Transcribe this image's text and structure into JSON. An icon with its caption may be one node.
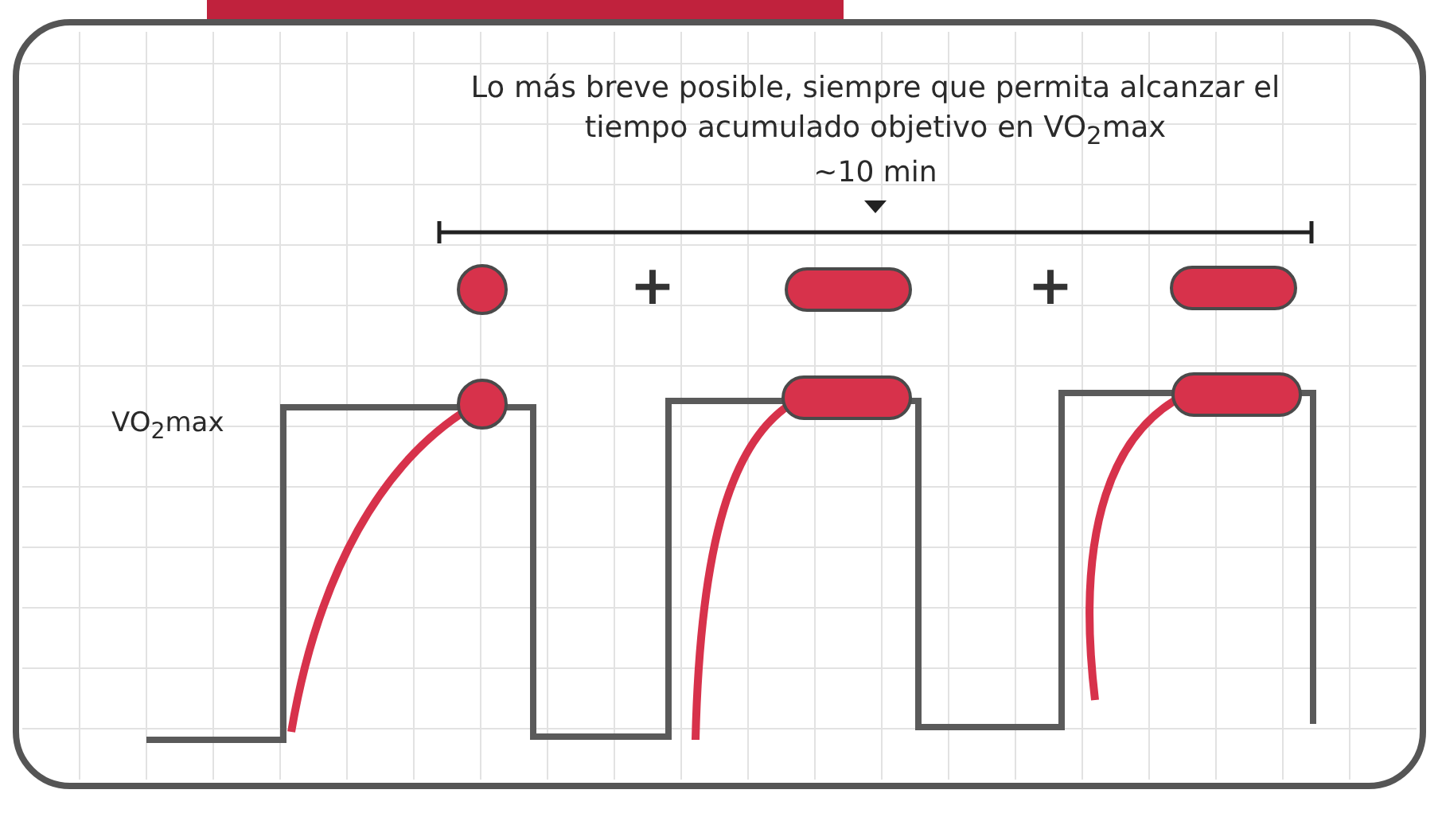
{
  "diagram": {
    "nodes": [
      {
        "text": [],
        "shape": "circle"
      },
      {
        "text": [],
        "shape": "bar"
      },
      {
        "text": [],
        "shape": "bar"
      },
      {
        "text": [],
        "shape": "circle"
      },
      {
        "text": [],
        "shape": "bar"
      },
      {
        "text": [],
        "shape": "bar"
      }
    ],
    "labels": [
      "Lo más breve posible, siempre que permita alcanzar el tiempo acumulado objetivo en VO$_{2}$max",
      "~10 min",
      "+",
      "+",
      "VO$_{2}$max"
    ]
  }
}
